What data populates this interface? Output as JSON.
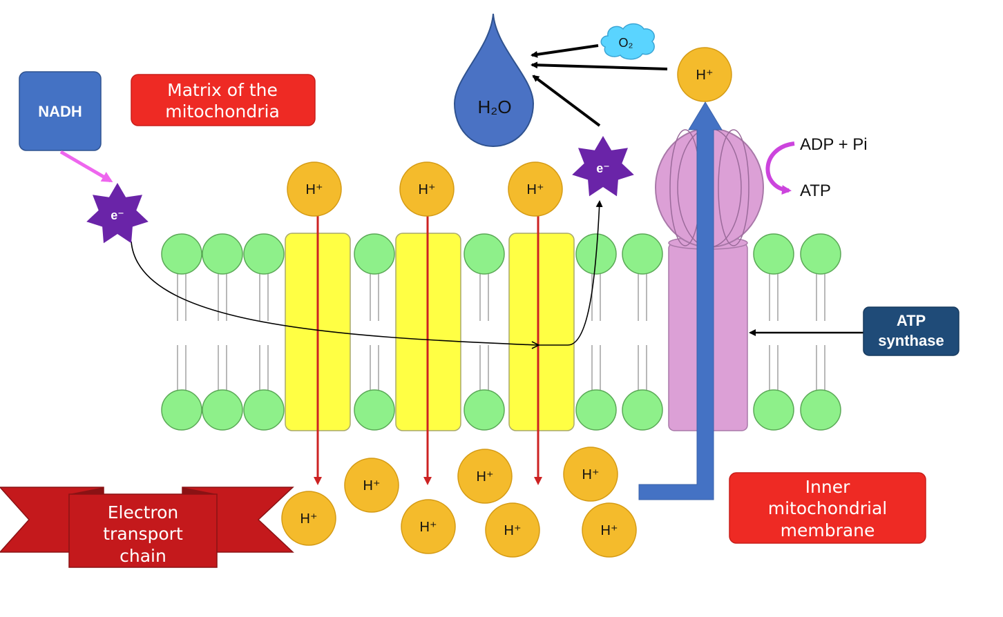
{
  "colors": {
    "phospholipid_head": "#8ef08a",
    "ion_channel": "#ffff44",
    "atp_synthase": "#dca0d6",
    "proton": "#f4bb2c",
    "electron": "#6a24a8",
    "nadh_box": "#4472c4",
    "water_drop": "#4a72c4",
    "oxygen_cloud": "#5ad4ff",
    "proton_arrow": "#cc2222",
    "synthase_arrow": "#4472c4",
    "electron_arrow": "#ee66ee",
    "red_label": "#ee2a24",
    "ribbon": "#c4191c",
    "dark_label": "#1f4b78"
  },
  "labels": {
    "nadh": "NADH",
    "matrix_line1": "Matrix of the",
    "matrix_line2": "mitochondria",
    "water": "H₂O",
    "oxygen": "O₂",
    "adp": "ADP + Pi",
    "atp": "ATP",
    "atp_synthase_line1": "ATP",
    "atp_synthase_line2": "synthase",
    "etc_line1": "Electron",
    "etc_line2": "transport",
    "etc_line3": "chain",
    "imm_line1": "Inner",
    "imm_line2": "mitochondrial",
    "imm_line3": "membrane"
  },
  "proton_symbol": "H⁺",
  "electron_symbol": "e⁻",
  "icons": {
    "water": "water-drop-icon",
    "oxygen": "oxygen-cloud-icon",
    "electron": "electron-star-icon"
  }
}
